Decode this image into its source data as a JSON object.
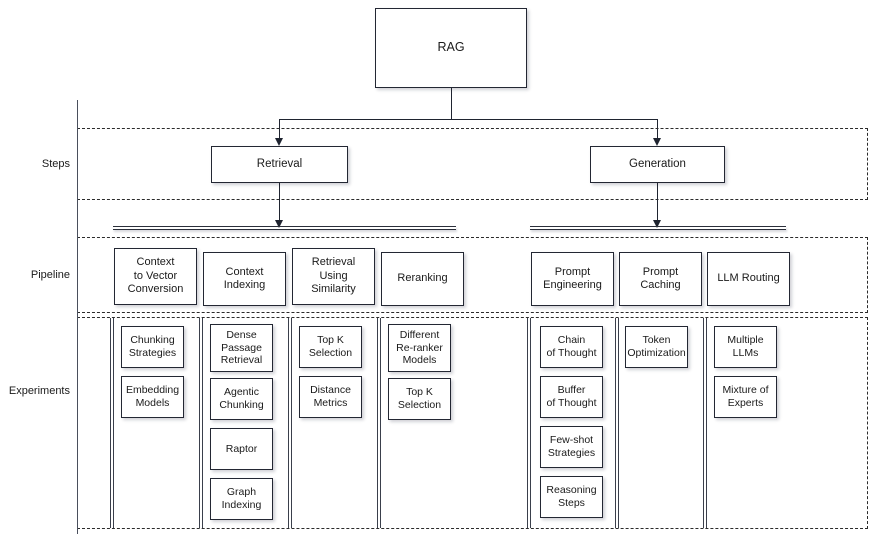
{
  "diagram": {
    "title": "RAG",
    "root": {
      "label": "RAG"
    },
    "lanes": [
      {
        "id": "steps",
        "label": "Steps"
      },
      {
        "id": "pipeline",
        "label": "Pipeline"
      },
      {
        "id": "experiments",
        "label": "Experiments"
      }
    ],
    "steps": [
      {
        "id": "retrieval",
        "label": "Retrieval"
      },
      {
        "id": "generation",
        "label": "Generation"
      }
    ],
    "pipeline": [
      {
        "id": "context-to-vector-conversion",
        "label": "Context\nto Vector\nConversion",
        "step": "retrieval"
      },
      {
        "id": "context-indexing",
        "label": "Context\nIndexing",
        "step": "retrieval"
      },
      {
        "id": "retrieval-using-similarity",
        "label": "Retrieval\nUsing\nSimilarity",
        "step": "retrieval"
      },
      {
        "id": "reranking",
        "label": "Reranking",
        "step": "retrieval"
      },
      {
        "id": "prompt-engineering",
        "label": "Prompt\nEngineering",
        "step": "generation"
      },
      {
        "id": "prompt-caching",
        "label": "Prompt\nCaching",
        "step": "generation"
      },
      {
        "id": "llm-routing",
        "label": "LLM Routing",
        "step": "generation"
      }
    ],
    "experiments": {
      "context-to-vector-conversion": [
        {
          "label": "Chunking\nStrategies"
        },
        {
          "label": "Embedding\nModels"
        }
      ],
      "context-indexing": [
        {
          "label": "Dense\nPassage\nRetrieval"
        },
        {
          "label": "Agentic\nChunking"
        },
        {
          "label": "Raptor"
        },
        {
          "label": "Graph\nIndexing"
        }
      ],
      "retrieval-using-similarity": [
        {
          "label": "Top K\nSelection"
        },
        {
          "label": "Distance\nMetrics"
        }
      ],
      "reranking": [
        {
          "label": "Different\nRe-ranker\nModels"
        },
        {
          "label": "Top K\nSelection"
        }
      ],
      "prompt-engineering": [
        {
          "label": "Chain\nof Thought"
        },
        {
          "label": "Buffer\nof Thought"
        },
        {
          "label": "Few-shot\nStrategies"
        },
        {
          "label": "Reasoning\nSteps"
        }
      ],
      "prompt-caching": [
        {
          "label": "Token\nOptimization"
        }
      ],
      "llm-routing": [
        {
          "label": "Multiple\nLLMs"
        },
        {
          "label": "Mixture of\nExperts"
        }
      ]
    },
    "colors": {
      "box_border": "#232733",
      "lane_border": "#2b2b2b",
      "connector": "#1f2430",
      "text": "#1a1a1a",
      "background": "#ffffff"
    }
  }
}
